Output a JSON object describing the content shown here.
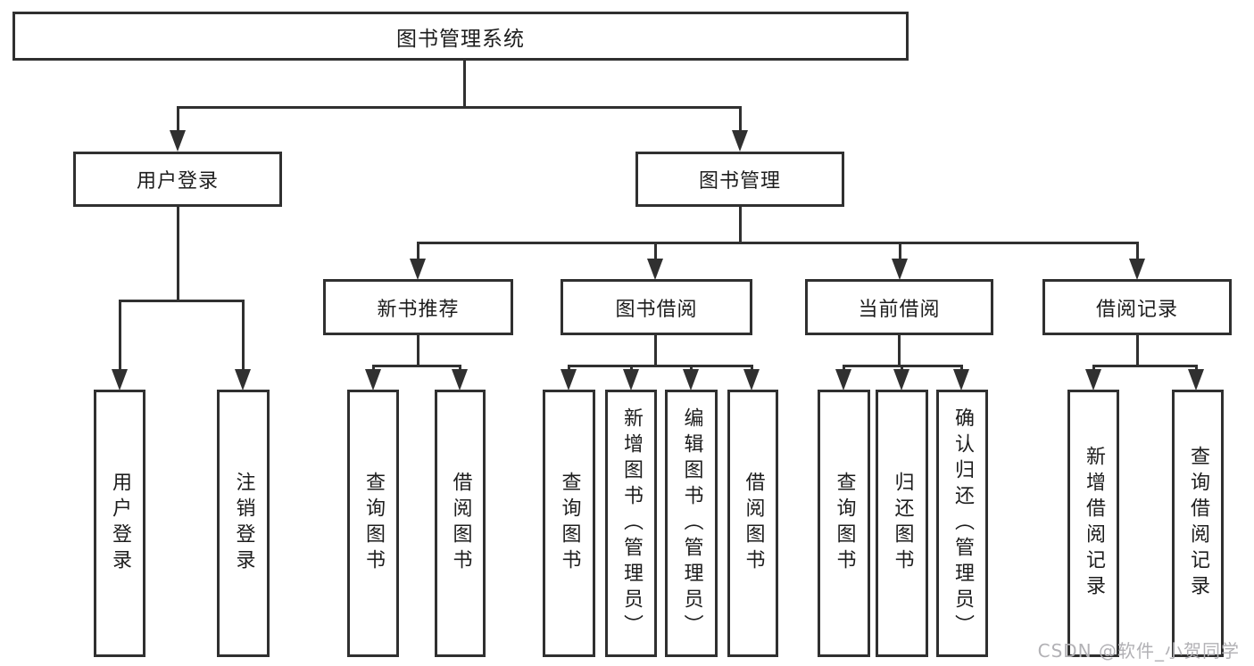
{
  "diagram": {
    "type": "tree-structure-diagram",
    "nodes": {
      "root": "图书管理系统",
      "login": "用户登录",
      "manage": "图书管理",
      "login_user": "用户登录",
      "login_logout": "注销登录",
      "recommend": "新书推荐",
      "borrow": "图书借阅",
      "current": "当前借阅",
      "records": "借阅记录",
      "recommend_query": "查询图书",
      "recommend_borrow": "借阅图书",
      "borrow_query": "查询图书",
      "borrow_add": "新增图书（管理员）",
      "borrow_edit": "编辑图书（管理员）",
      "borrow_lend": "借阅图书",
      "current_query": "查询图书",
      "current_return": "归还图书",
      "current_confirm": "确认归还（管理员）",
      "records_add": "新增借阅记录",
      "records_query": "查询借阅记录"
    },
    "hierarchy": {
      "图书管理系统": {
        "用户登录": [
          "用户登录",
          "注销登录"
        ],
        "图书管理": {
          "新书推荐": [
            "查询图书",
            "借阅图书"
          ],
          "图书借阅": [
            "查询图书",
            "新增图书（管理员）",
            "编辑图书（管理员）",
            "借阅图书"
          ],
          "当前借阅": [
            "查询图书",
            "归还图书",
            "确认归还（管理员）"
          ],
          "借阅记录": [
            "新增借阅记录",
            "查询借阅记录"
          ]
        }
      }
    },
    "watermark": "CSDN @软件_小贺同学",
    "colors": {
      "line": "#303030",
      "text": "#1d1d1d",
      "background": "#ffffff",
      "watermark": "#b2b1b5"
    }
  }
}
